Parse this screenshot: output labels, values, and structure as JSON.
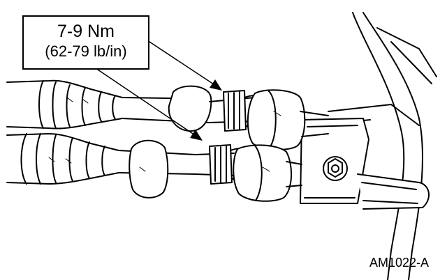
{
  "callout": {
    "torque_nm": "7-9 Nm",
    "torque_lbin": "(62-79 lb/in)"
  },
  "figure_id": "AM1022-A",
  "colors": {
    "line": "#000000",
    "background": "#ffffff",
    "shade": "#d8d8d8"
  }
}
